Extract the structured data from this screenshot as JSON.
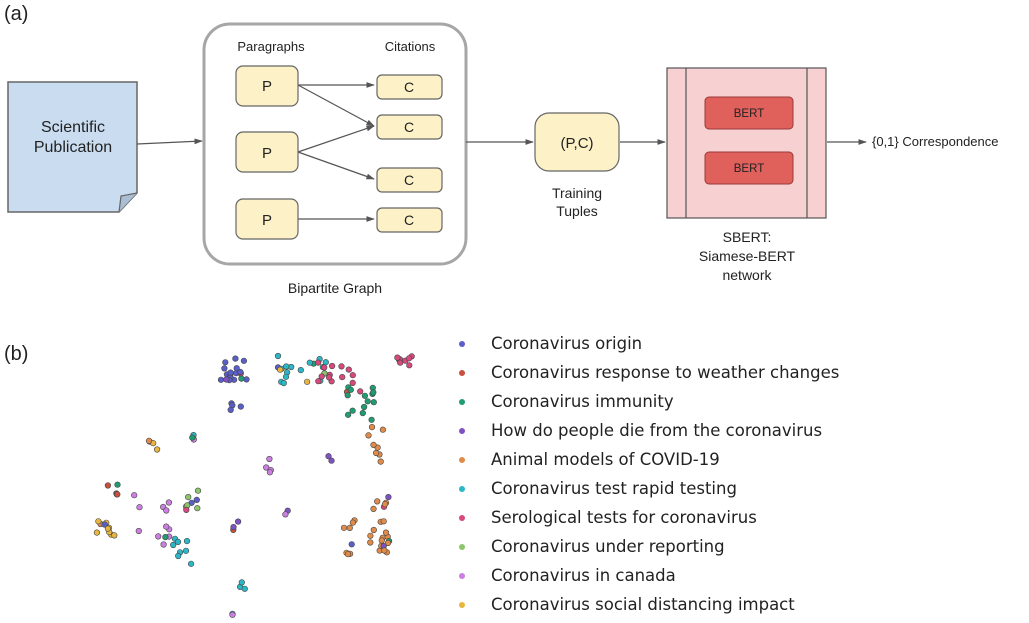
{
  "panel_a": {
    "label": "(a)",
    "publication": {
      "line1": "Scientific",
      "line2": "Publication"
    },
    "graph": {
      "paragraphs_header": "Paragraphs",
      "citations_header": "Citations",
      "paragraph_nodes": [
        "P",
        "P",
        "P"
      ],
      "citation_nodes": [
        "C",
        "C",
        "C",
        "C"
      ],
      "caption": "Bipartite Graph"
    },
    "tuple": {
      "node": "(P,C)",
      "line1": "Training",
      "line2": "Tuples"
    },
    "sbert": {
      "encoders": [
        "BERT",
        "BERT"
      ],
      "line1": "SBERT:",
      "line2": "Siamese-BERT",
      "line3": "network"
    },
    "output": "{0,1} Correspondence"
  },
  "panel_b": {
    "label": "(b)",
    "legend": [
      {
        "label": "Coronavirus origin",
        "color": "#5a5fc8"
      },
      {
        "label": "Coronavirus response to weather changes",
        "color": "#c9503f"
      },
      {
        "label": "Coronavirus immunity",
        "color": "#1f9c72"
      },
      {
        "label": "How do people die from the coronavirus",
        "color": "#7e52c2"
      },
      {
        "label": "Animal models of COVID-19",
        "color": "#e08b4a"
      },
      {
        "label": "Coronavirus test rapid testing",
        "color": "#2bb7c6"
      },
      {
        "label": "Serological tests for coronavirus",
        "color": "#d6497c"
      },
      {
        "label": "Coronavirus under reporting",
        "color": "#8cc56a"
      },
      {
        "label": "Coronavirus in canada",
        "color": "#cc7fe0"
      },
      {
        "label": "Coronavirus social distancing impact",
        "color": "#e8b640"
      }
    ]
  }
}
